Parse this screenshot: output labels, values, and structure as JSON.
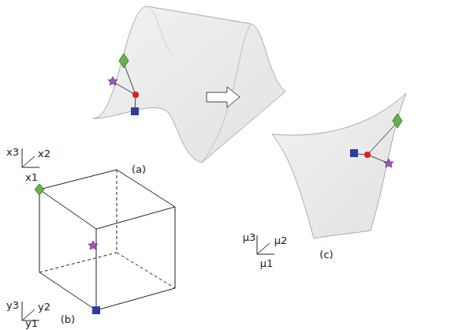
{
  "diagram": {
    "labels": [
      "x3",
      "x2",
      "x1",
      "(a)",
      "y3",
      "y2",
      "y1",
      "(b)",
      "μ3",
      "μ2",
      "μ1",
      "(c)"
    ]
  }
}
